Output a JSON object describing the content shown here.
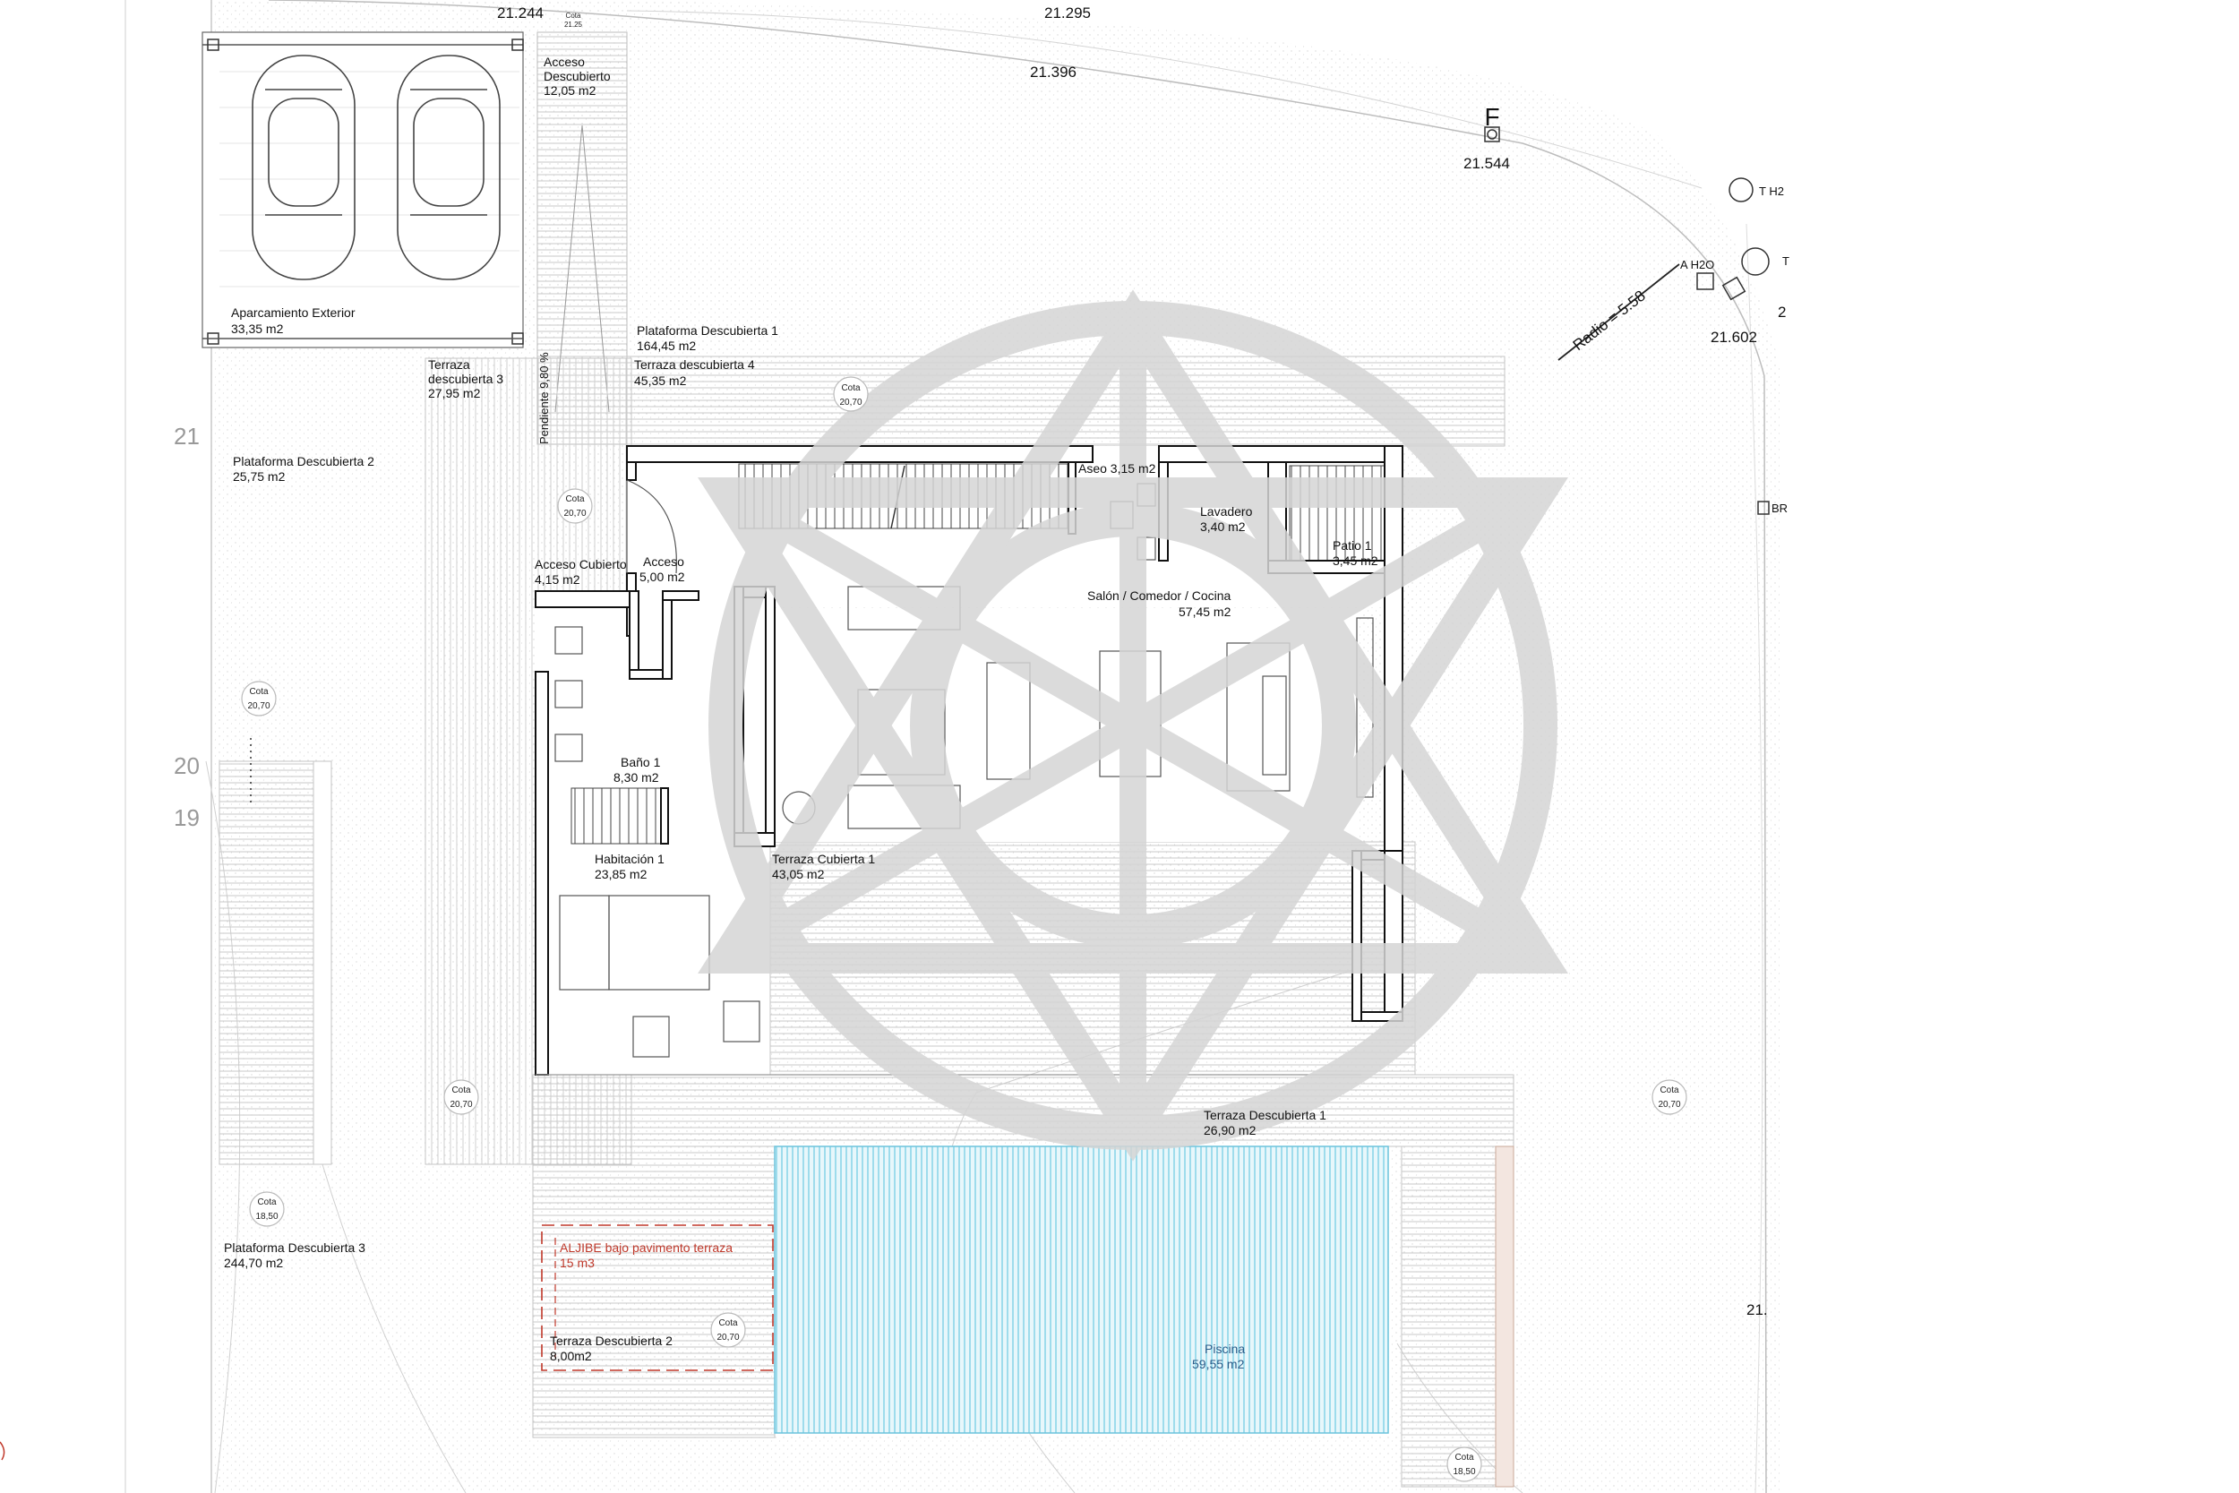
{
  "labels": {
    "aparcamiento": [
      "Aparcamiento Exterior",
      "33,35 m2"
    ],
    "acceso_descubierto": [
      "Acceso",
      "Descubierto",
      "12,05 m2"
    ],
    "plataforma_1": [
      "Plataforma Descubierta 1",
      "164,45 m2"
    ],
    "terraza_desc_3": [
      "Terraza",
      "descubierta 3",
      "27,95 m2"
    ],
    "terraza_desc_4": [
      "Terraza descubierta 4",
      "45,35 m2"
    ],
    "pendiente": "Pendiente 9,80 %",
    "plataforma_2": [
      "Plataforma Descubierta 2",
      "25,75 m2"
    ],
    "aseo": "Aseo 3,15 m2",
    "lavadero": [
      "Lavadero",
      "3,40 m2"
    ],
    "patio": [
      "Patio 1",
      "3,45 m2"
    ],
    "acceso_cubierto": [
      "Acceso Cubierto",
      "4,15 m2"
    ],
    "acceso": [
      "Acceso",
      "5,00 m2"
    ],
    "salon": [
      "Salón / Comedor / Cocina",
      "57,45 m2"
    ],
    "bano": [
      "Baño 1",
      "8,30 m2"
    ],
    "habitacion": [
      "Habitación 1",
      "23,85 m2"
    ],
    "terraza_cub_1": [
      "Terraza Cubierta 1",
      "43,05 m2"
    ],
    "terraza_desc_1": [
      "Terraza Descubierta 1",
      "26,90 m2"
    ],
    "plataforma_3": [
      "Plataforma Descubierta 3",
      "244,70 m2"
    ],
    "aljibe": [
      "ALJIBE bajo pavimento terraza",
      "15 m3"
    ],
    "terraza_desc_2": [
      "Terraza Descubierta 2",
      "8,00m2"
    ],
    "piscina": [
      "Piscina",
      "59,55 m2"
    ]
  },
  "cota": {
    "word": "Cota",
    "top_small": "21.25",
    "values": [
      "20,70",
      "20,70",
      "20,70",
      "20,70",
      "20,70",
      "18,50",
      "20,70",
      "18,50"
    ]
  },
  "elevations": {
    "e1": "21.244",
    "e2": "21.295",
    "e3": "21.396",
    "e4": "21.544",
    "e5": "21.602",
    "e6": "21.",
    "e7": "2"
  },
  "contours": [
    "21",
    "20",
    "19"
  ],
  "marker_f": "F",
  "radio": "Radio = 5.58",
  "services": {
    "th2o": "T H2",
    "ah2o": "A H2O",
    "br": "BR",
    "t_partial": "T"
  }
}
